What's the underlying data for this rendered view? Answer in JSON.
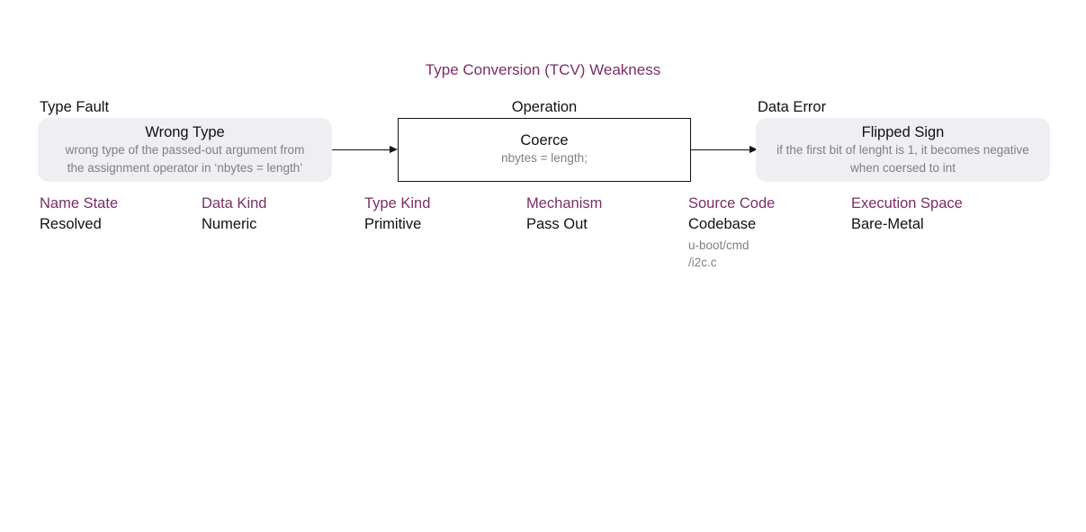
{
  "title": "Type Conversion (TCV) Weakness",
  "sections": {
    "fault_header": "Type Fault",
    "operation_header": "Operation",
    "error_header": "Data Error"
  },
  "fault_box": {
    "title": "Wrong Type",
    "line1": "wrong type of the passed-out argument from",
    "line2": "the assignment operator in ‘nbytes = length’"
  },
  "operation_box": {
    "title": "Coerce",
    "code": "nbytes = length;"
  },
  "error_box": {
    "title": "Flipped Sign",
    "line1": "if the first bit of lenght is 1, it becomes negative",
    "line2": "when coersed to int"
  },
  "properties": [
    {
      "label": "Name State",
      "value": "Resolved"
    },
    {
      "label": "Data Kind",
      "value": "Numeric"
    },
    {
      "label": "Type Kind",
      "value": "Primitive"
    },
    {
      "label": "Mechanism",
      "value": "Pass Out"
    },
    {
      "label": "Source Code",
      "value": "Codebase",
      "path_line1": "u-boot/cmd",
      "path_line2": "/i2c.c"
    },
    {
      "label": "Execution Space",
      "value": "Bare-Metal"
    }
  ],
  "colors": {
    "accent": "#7a2e66",
    "box_fill": "#efeef3",
    "muted_text": "#808080"
  }
}
